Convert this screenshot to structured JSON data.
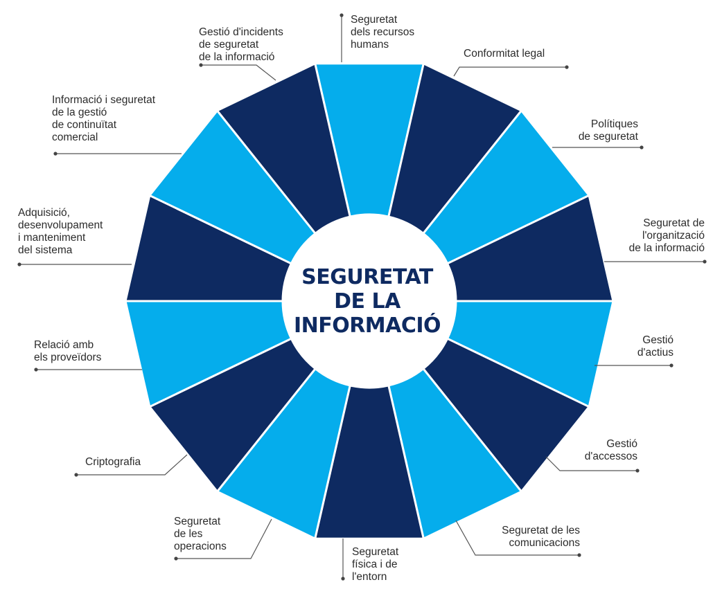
{
  "colors": {
    "dark": "#0e2a61",
    "light": "#05adec",
    "line": "#555555",
    "text": "#2b2b2b"
  },
  "center_title": "SEGURETAT\nDE LA\nINFORMACIÓ",
  "segment_colors": [
    "light",
    "dark",
    "light",
    "dark",
    "light",
    "dark",
    "light",
    "dark",
    "light",
    "dark",
    "light",
    "dark",
    "light",
    "dark"
  ],
  "labels": [
    {
      "id": "recursos-humans",
      "text": "Seguretat\ndels recursos\nhumans"
    },
    {
      "id": "conformitat-legal",
      "text": "Conformitat legal"
    },
    {
      "id": "politiques",
      "text": "Polítiques\nde seguretat"
    },
    {
      "id": "organitzacio",
      "text": "Seguretat de\nl'organització\nde la informació"
    },
    {
      "id": "gestio-actius",
      "text": "Gestió\nd'actius"
    },
    {
      "id": "gestio-accessos",
      "text": "Gestió\nd'accessos"
    },
    {
      "id": "comunicacions",
      "text": "Seguretat de les\ncomunicacions"
    },
    {
      "id": "fisica-entorn",
      "text": "Seguretat\nfísica i de\nl'entorn"
    },
    {
      "id": "operacions",
      "text": "Seguretat\nde les\noperacions"
    },
    {
      "id": "criptografia",
      "text": "Criptografia"
    },
    {
      "id": "proveidors",
      "text": "Relació amb\nels proveïdors"
    },
    {
      "id": "adquisicio",
      "text": "Adquisició,\ndesenvolupament\ni manteniment\ndel sistema"
    },
    {
      "id": "continuitat",
      "text": "Informació i seguretat\nde la gestió\nde continuïtat\ncomercial"
    },
    {
      "id": "incidents",
      "text": "Gestió d'incidents\nde seguretat\nde la informació"
    }
  ]
}
